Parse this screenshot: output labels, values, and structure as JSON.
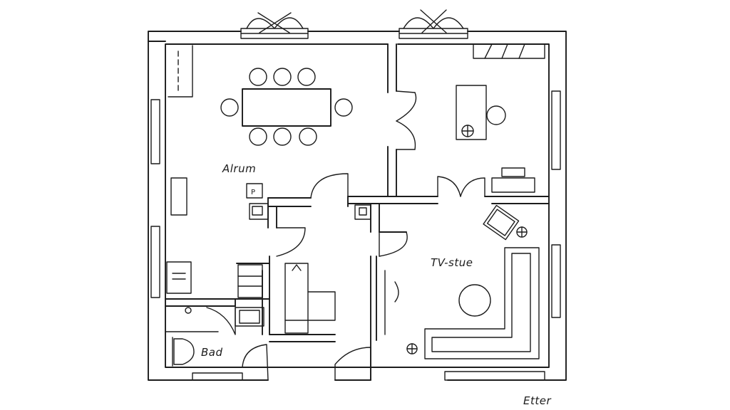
{
  "rooms": {
    "alrum_label": "Alrum",
    "tvstue_label": "TV-stue",
    "bad_label": "Bad"
  },
  "markers": {
    "p_label": "P"
  },
  "caption": "Etter",
  "icons": {
    "window": "window-icon",
    "door": "door-swing-icon",
    "chair": "round-chair-icon",
    "table": "table-icon",
    "armchair": "armchair-icon",
    "sofa": "sofa-icon",
    "lamp": "floor-lamp-icon",
    "toilet": "toilet-icon",
    "sink": "sink-icon",
    "stairs": "stair-arrow-icon",
    "counter": "kitchen-counter-icon"
  },
  "colors": {
    "ink": "#1c1c1c",
    "paper": "#ffffff"
  }
}
